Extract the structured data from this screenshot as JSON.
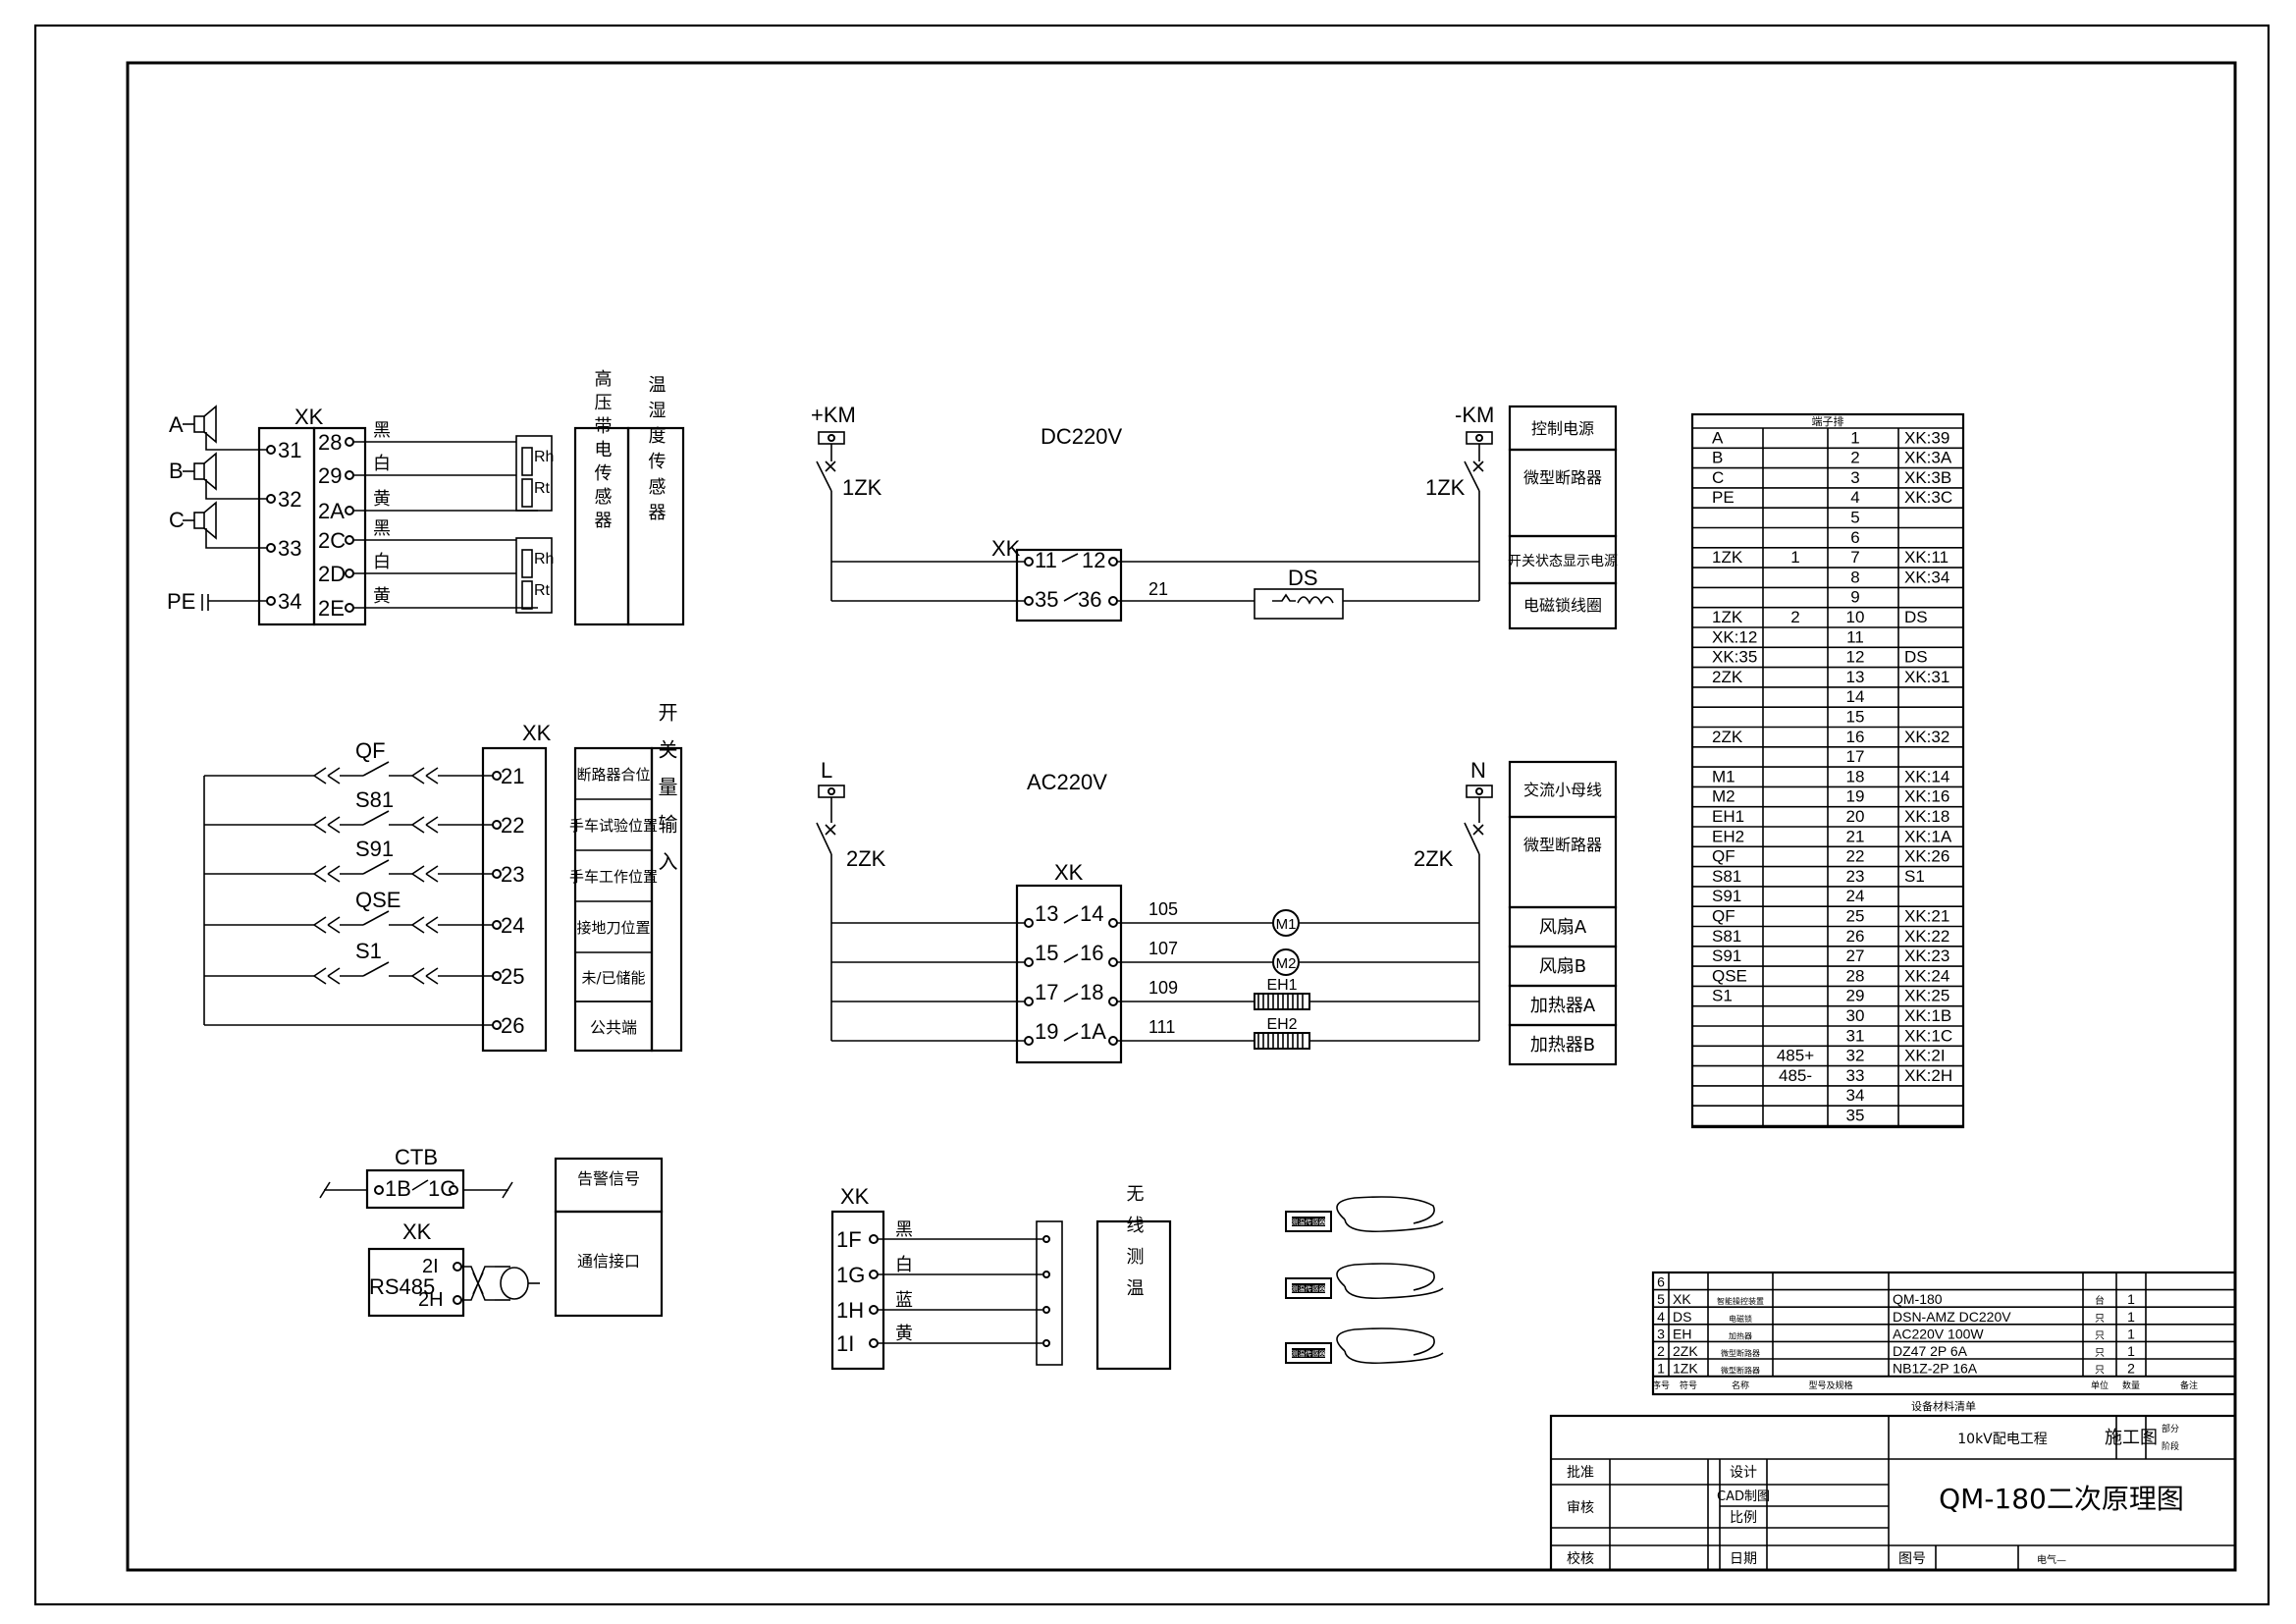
{
  "alarm": {
    "phases": [
      "A",
      "B",
      "C"
    ],
    "pe": "PE",
    "xk": "XK",
    "in_terms": [
      "31",
      "32",
      "33",
      "34"
    ],
    "out_terms": [
      "28",
      "29",
      "2A",
      "2C",
      "2D",
      "2E"
    ],
    "signal_labels": [
      "黑",
      "白",
      "黄",
      "黑",
      "白",
      "黄"
    ],
    "sensor_marks": [
      "Rh",
      "Rt",
      "Rh",
      "Rt"
    ],
    "box1": "高压带电传感器",
    "box2": "温湿度传感器"
  },
  "dc": {
    "title": "DC220V",
    "plus": "+KM",
    "minus": "-KM",
    "zk_left": "1ZK",
    "zk_right": "1ZK",
    "xk": "XK",
    "terms": [
      "11",
      "12",
      "35",
      "36"
    ],
    "wire": "21",
    "ds": "DS",
    "labels": [
      "控制电源",
      "微型断路器",
      "开关状态显示电源",
      "电磁锁线圈"
    ]
  },
  "ac": {
    "title": "AC220V",
    "l": "L",
    "n": "N",
    "zk_left": "2ZK",
    "zk_right": "2ZK",
    "xk": "XK",
    "rows": [
      {
        "a": "13",
        "b": "14",
        "wire": "105",
        "load": "M1"
      },
      {
        "a": "15",
        "b": "16",
        "wire": "107",
        "load": "M2"
      },
      {
        "a": "17",
        "b": "18",
        "wire": "109",
        "load": "EH1"
      },
      {
        "a": "19",
        "b": "1A",
        "wire": "111",
        "load": "EH2"
      }
    ],
    "labels": [
      "交流小母线",
      "微型断路器",
      "风扇A",
      "风扇B",
      "加热器A",
      "加热器B"
    ]
  },
  "switch": {
    "xk": "XK",
    "items": [
      {
        "name": "QF",
        "term": "21",
        "label": "断路器合位"
      },
      {
        "name": "S81",
        "term": "22",
        "label": "手车试验位置"
      },
      {
        "name": "S91",
        "term": "23",
        "label": "手车工作位置"
      },
      {
        "name": "QSE",
        "term": "24",
        "label": "接地刀位置"
      },
      {
        "name": "S1",
        "term": "25",
        "label": "未/已储能"
      }
    ],
    "common_term": "26",
    "common_label": "公共端",
    "side_label": "开关量输入"
  },
  "comm": {
    "ctb": "CTB",
    "ctb_terms": [
      "1B",
      "1C"
    ],
    "xk": "XK",
    "rs485": "RS485",
    "terms": [
      "2I",
      "2H"
    ],
    "box_top": "告警信号",
    "box_bottom": "通信接口"
  },
  "wireless": {
    "xk": "XK",
    "terms": [
      "1F",
      "1G",
      "1H",
      "1I"
    ],
    "signal_labels": [
      "黑",
      "白",
      "蓝",
      "黄"
    ],
    "box": "无线测温",
    "sensor_label": "测温传感器"
  },
  "terminal_table": {
    "header": "端子排",
    "rows": [
      [
        "A",
        "",
        "1",
        "XK:39"
      ],
      [
        "B",
        "",
        "2",
        "XK:3A"
      ],
      [
        "C",
        "",
        "3",
        "XK:3B"
      ],
      [
        "PE",
        "",
        "4",
        "XK:3C"
      ],
      [
        "",
        "",
        "5",
        ""
      ],
      [
        "",
        "",
        "6",
        ""
      ],
      [
        "1ZK",
        "1",
        "7",
        "XK:11"
      ],
      [
        "",
        "",
        "8",
        "XK:34"
      ],
      [
        "",
        "",
        "9",
        ""
      ],
      [
        "1ZK",
        "2",
        "10",
        "DS"
      ],
      [
        "XK:12",
        "",
        "11",
        ""
      ],
      [
        "XK:35",
        "",
        "12",
        "DS"
      ],
      [
        "2ZK",
        "",
        "13",
        "XK:31"
      ],
      [
        "",
        "",
        "14",
        ""
      ],
      [
        "",
        "",
        "15",
        ""
      ],
      [
        "2ZK",
        "",
        "16",
        "XK:32"
      ],
      [
        "",
        "",
        "17",
        ""
      ],
      [
        "M1",
        "",
        "18",
        "XK:14"
      ],
      [
        "M2",
        "",
        "19",
        "XK:16"
      ],
      [
        "EH1",
        "",
        "20",
        "XK:18"
      ],
      [
        "EH2",
        "",
        "21",
        "XK:1A"
      ],
      [
        "QF",
        "",
        "22",
        "XK:26"
      ],
      [
        "S81",
        "",
        "23",
        "S1"
      ],
      [
        "S91",
        "",
        "24",
        ""
      ],
      [
        "QF",
        "",
        "25",
        "XK:21"
      ],
      [
        "S81",
        "",
        "26",
        "XK:22"
      ],
      [
        "S91",
        "",
        "27",
        "XK:23"
      ],
      [
        "QSE",
        "",
        "28",
        "XK:24"
      ],
      [
        "S1",
        "",
        "29",
        "XK:25"
      ],
      [
        "",
        "",
        "30",
        "XK:1B"
      ],
      [
        "",
        "",
        "31",
        "XK:1C"
      ],
      [
        "",
        "485+",
        "32",
        "XK:2I"
      ],
      [
        "",
        "485-",
        "33",
        "XK:2H"
      ],
      [
        "",
        "",
        "34",
        ""
      ],
      [
        "",
        "",
        "35",
        ""
      ]
    ]
  },
  "bom": {
    "rows": [
      [
        "6",
        "",
        "",
        "",
        "",
        ""
      ],
      [
        "5",
        "XK",
        "智能操控装置",
        "QM-180",
        "台",
        "1"
      ],
      [
        "4",
        "DS",
        "电磁锁",
        "DSN-AMZ DC220V",
        "只",
        "1"
      ],
      [
        "3",
        "EH",
        "加热器",
        "AC220V 100W",
        "只",
        "1"
      ],
      [
        "2",
        "2ZK",
        "微型断路器",
        "DZ47 2P 6A",
        "只",
        "1"
      ],
      [
        "1",
        "1ZK",
        "微型断路器",
        "NB1Z-2P 16A",
        "只",
        "2"
      ]
    ],
    "header": [
      "序号",
      "符号",
      "名称",
      "型号及规格",
      "单位",
      "数量",
      "备注"
    ],
    "caption": "设备材料清单"
  },
  "title_block": {
    "project": "10kV配电工程",
    "stage": "施工图",
    "stage_small": [
      "部分",
      "阶段"
    ],
    "approve": "批准",
    "review": "审核",
    "check": "校核",
    "design": "设计",
    "cad": "CAD制图",
    "scale": "比例",
    "date": "日期",
    "drawing_no": "图号",
    "drawing_no_value": "电气—",
    "title": "QM-180二次原理图"
  }
}
